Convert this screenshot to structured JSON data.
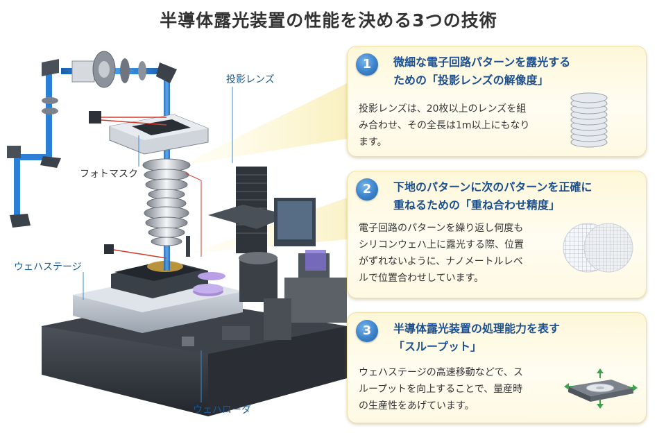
{
  "title": "半導体露光装置の性能を決める3つの技術",
  "labels": {
    "projection_lens": "投影レンズ",
    "photomask": "フォトマスク",
    "wafer_stage": "ウェハステージ",
    "wafer_loader": "ウェハローダ"
  },
  "cards": [
    {
      "number": "1",
      "heading_lines": [
        "微細な電子回路パターンを露光する",
        "ための「投影レンズの解像度」"
      ],
      "body_lines": [
        "投影レンズは、20枚以上のレンズを組",
        "み合わせ、その全長は1m以上にもなり",
        "ます。"
      ],
      "icon": "lens-stack-icon"
    },
    {
      "number": "2",
      "heading_lines": [
        "下地のパターンに次のパターンを正確に",
        "重ねるための「重ね合わせ精度」"
      ],
      "body_lines": [
        "電子回路のパターンを繰り返し何度も",
        "シリコンウェハ上に露光する際、位置",
        "がずれないように、ナノメートルレベ",
        "ルで位置合わせしています。"
      ],
      "icon": "overlapping-wafers-icon"
    },
    {
      "number": "3",
      "heading_lines": [
        "半導体露光装置の処理能力を表す",
        "「スループット」"
      ],
      "body_lines": [
        "ウェハステージの高速移動などで、ス",
        "ループットを向上することで、量産時",
        "の生産性をあげています。"
      ],
      "icon": "stage-movement-icon"
    }
  ],
  "colors": {
    "title": "#333333",
    "label": "#1a5a96",
    "badge": "#3b82c9",
    "card_heading": "#1c4f8f",
    "beam": "#2b7fd4",
    "card_bg": "#fdf7d8"
  }
}
